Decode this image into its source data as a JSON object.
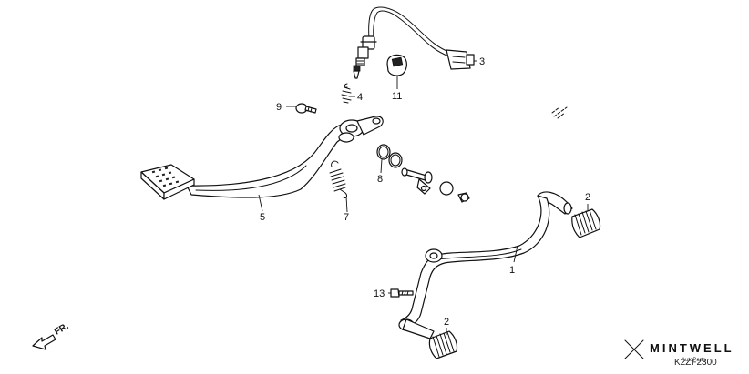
{
  "callouts": {
    "c1": "1",
    "c2a": "2",
    "c2b": "2",
    "c3": "3",
    "c4": "4",
    "c5": "5",
    "c7": "7",
    "c8": "8",
    "c9": "9",
    "c11": "11",
    "c13": "13"
  },
  "direction_label": "FR.",
  "diagram_code": "K2ZF2300",
  "watermark": {
    "brand": "MINTWELL",
    "sub": "AutoParts"
  }
}
